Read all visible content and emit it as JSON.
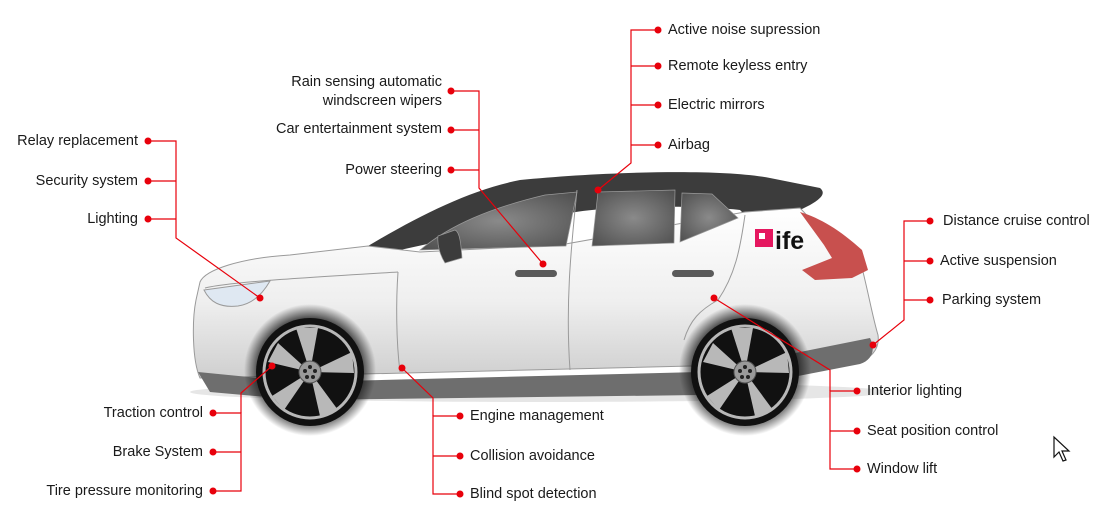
{
  "colors": {
    "callout": "#e8000b",
    "roof": "#3c3c3c",
    "body_light": "#f4f4f4",
    "body_dark": "#cfcfcf",
    "rocker": "#6e6e6e",
    "taillight": "#c8504e",
    "logo_pink": "#e5175f",
    "headlight": "#dfe8f2"
  },
  "logo": {
    "text": "ife"
  },
  "callouts": {
    "front_left": [
      {
        "id": "relay-replacement",
        "label": "Relay replacement"
      },
      {
        "id": "security-system",
        "label": "Security system"
      },
      {
        "id": "lighting",
        "label": "Lighting"
      }
    ],
    "top_center": [
      {
        "id": "rain-sensing-wipers",
        "label_line1": "Rain sensing automatic",
        "label_line2": "windscreen wipers"
      },
      {
        "id": "car-entertainment",
        "label": "Car entertainment system"
      },
      {
        "id": "power-steering",
        "label": "Power steering"
      }
    ],
    "top_right": [
      {
        "id": "active-noise",
        "label": "Active noise supression"
      },
      {
        "id": "remote-keyless",
        "label": "Remote keyless entry"
      },
      {
        "id": "electric-mirrors",
        "label": "Electric mirrors"
      },
      {
        "id": "airbag",
        "label": "Airbag"
      }
    ],
    "rear_right": [
      {
        "id": "distance-cruise",
        "label": "Distance cruise control"
      },
      {
        "id": "active-suspension",
        "label": "Active suspension"
      },
      {
        "id": "parking-system",
        "label": "Parking system"
      }
    ],
    "bottom_left": [
      {
        "id": "traction-control",
        "label": "Traction control"
      },
      {
        "id": "brake-system",
        "label": "Brake System"
      },
      {
        "id": "tire-pressure",
        "label": "Tire pressure monitoring"
      }
    ],
    "bottom_center": [
      {
        "id": "engine-management",
        "label": "Engine management"
      },
      {
        "id": "collision-avoidance",
        "label": "Collision avoidance"
      },
      {
        "id": "blind-spot",
        "label": "Blind spot detection"
      }
    ],
    "bottom_right": [
      {
        "id": "interior-lighting",
        "label": "Interior lighting"
      },
      {
        "id": "seat-position",
        "label": "Seat position control"
      },
      {
        "id": "window-lift",
        "label": "Window lift"
      }
    ]
  }
}
